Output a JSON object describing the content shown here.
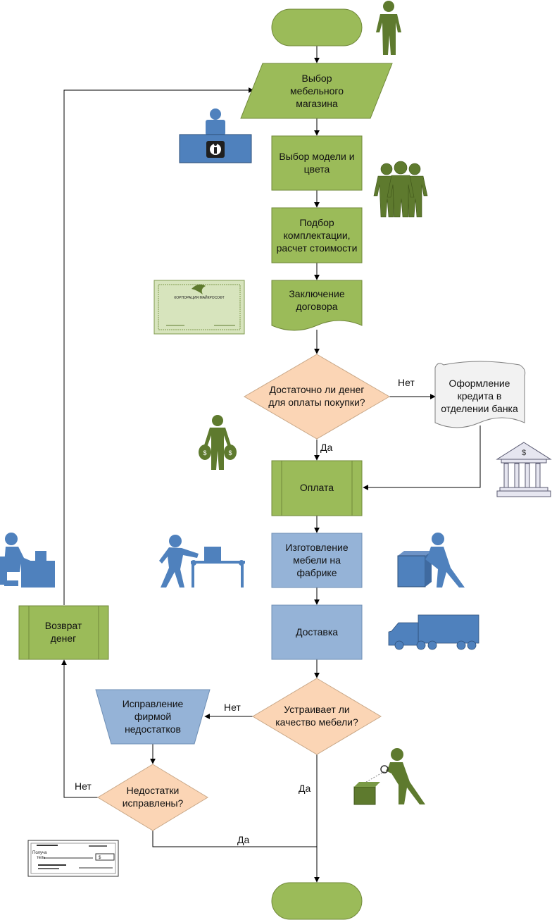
{
  "nodes": {
    "store": [
      "Выбор",
      "мебельного",
      "магазина"
    ],
    "model": [
      "Выбор модели и",
      "цвета"
    ],
    "config": [
      "Подбор",
      "комплектации,",
      "расчет стоимости"
    ],
    "contract": [
      "Заключение",
      "договора"
    ],
    "money_check": [
      "Достаточно ли денег",
      "для оплаты покупки?"
    ],
    "credit": [
      "Оформление",
      "кредита в",
      "отделении банка"
    ],
    "payment": [
      "Оплата"
    ],
    "manufacture": [
      "Изготовление",
      "мебели на",
      "фабрике"
    ],
    "delivery": [
      "Доставка"
    ],
    "quality_check": [
      "Устраивает ли",
      "качество мебели?"
    ],
    "fix": [
      "Исправление",
      "фирмой",
      "недостатков"
    ],
    "fixed_check": [
      "Недостатки",
      "исправлены?"
    ],
    "refund": [
      "Возврат",
      "денег"
    ]
  },
  "edge_labels": {
    "money_no": "Нет",
    "money_yes": "Да",
    "quality_no": "Нет",
    "quality_yes": "Да",
    "fixed_no": "Нет",
    "fixed_yes": "Да"
  },
  "decorations": {
    "certificate_text": "КОРПОРАЦИЯ МАЙКРОСОФТ",
    "bank_symbol": "$",
    "moneybag_symbol": "$",
    "cheque_text_1": "Получа",
    "cheque_text_2": "тель",
    "cheque_symbol": "$"
  },
  "colors": {
    "green": "#9bbb59",
    "green_dark": "#70883a",
    "blue_light": "#95b3d7",
    "blue_mid": "#4f81bd",
    "orange_light": "#fbd5b5",
    "gray_light": "#f2f2f2",
    "person_green": "#5e7a2e",
    "person_blue": "#4f81bd"
  }
}
